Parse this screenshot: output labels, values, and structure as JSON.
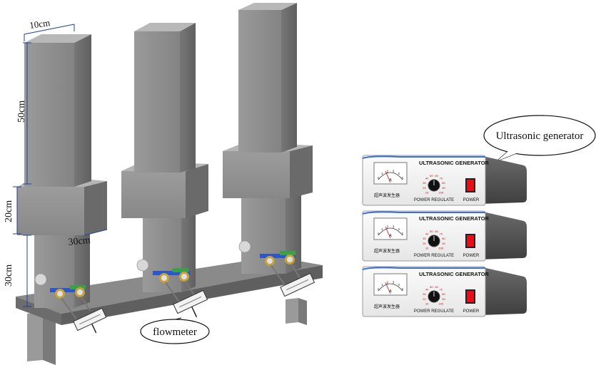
{
  "dimensions": {
    "width": "10cm",
    "upper_height": "50cm",
    "middle_height": "20cm",
    "lower_height": "30cm",
    "middle_width": "30cm"
  },
  "callouts": {
    "flowmeter": "flowmeter",
    "ultrasonic_generator": "Ultrasonic generator"
  },
  "generator": {
    "brand": "ULTRASONIC GENERATOR",
    "knob_label": "POWER REGULATE",
    "switch_label": "POWER",
    "chinese_label": "超声波发生器",
    "meter_unit": "A",
    "units": [
      {
        "id": "unit-1",
        "meter_scale": [
          "0",
          "1",
          "2",
          "3",
          "4",
          "5"
        ],
        "dial_scale": [
          "10",
          "20",
          "30",
          "40",
          "50",
          "60",
          "70",
          "80",
          "90",
          "100"
        ]
      },
      {
        "id": "unit-2",
        "meter_scale": [
          "0",
          "1",
          "2",
          "3",
          "4",
          "5"
        ],
        "dial_scale": [
          "10",
          "20",
          "30",
          "40",
          "50",
          "60",
          "70",
          "80",
          "90",
          "100"
        ]
      },
      {
        "id": "unit-3",
        "meter_scale": [
          "0",
          "1",
          "2",
          "3",
          "4",
          "5"
        ],
        "dial_scale": [
          "10",
          "20",
          "30",
          "40",
          "50",
          "60",
          "70",
          "80",
          "90",
          "100"
        ]
      }
    ]
  },
  "colors": {
    "column_front": "#8f8f8f",
    "column_side": "#6e6e6e",
    "column_top": "#b4b4b4",
    "base": "#7d7d7d",
    "dimension_line": "#1f3f9f",
    "switch_red": "#e3101a",
    "panel": "#f4f4f4"
  }
}
